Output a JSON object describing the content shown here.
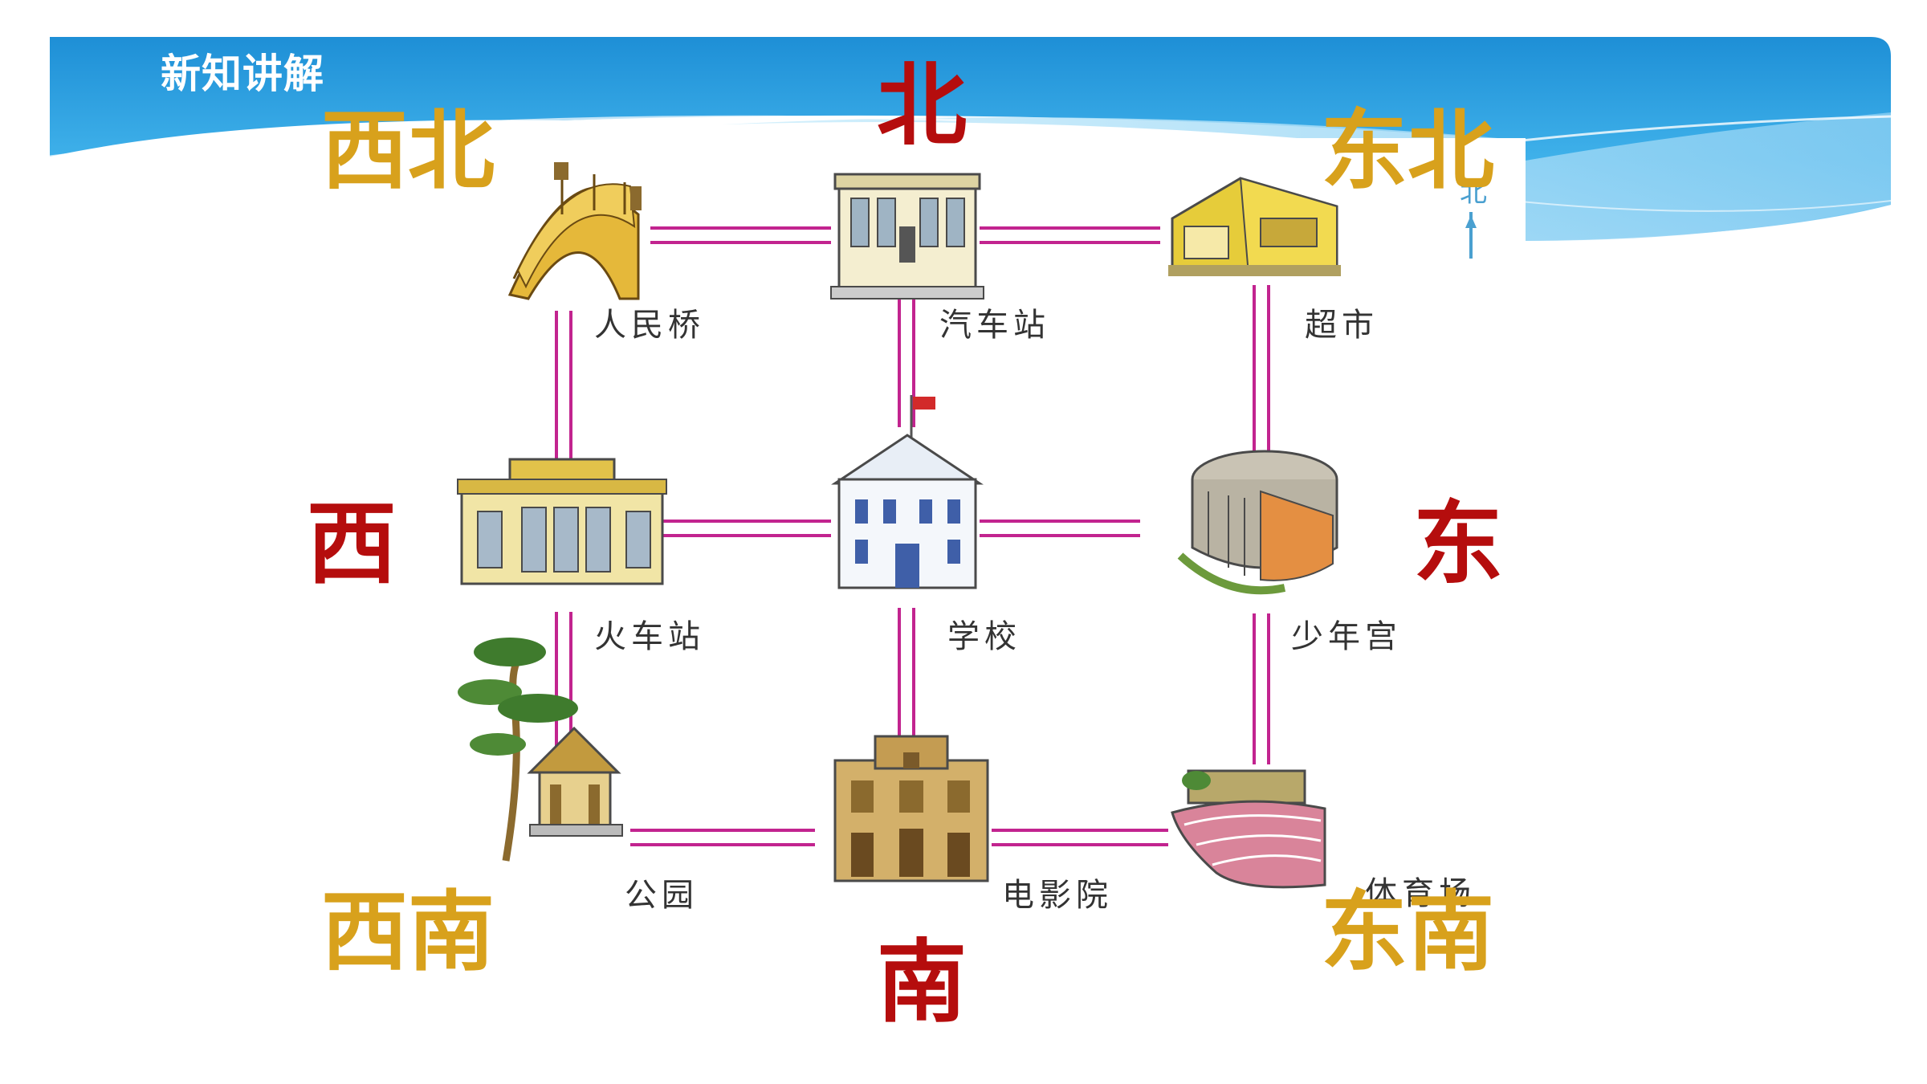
{
  "header": {
    "title": "新知讲解"
  },
  "directions": {
    "north": "北",
    "south": "南",
    "east": "东",
    "west": "西",
    "northwest": "西北",
    "northeast": "东北",
    "southwest": "西南",
    "southeast": "东南"
  },
  "map": {
    "compass_label": "北",
    "places": {
      "people_bridge": "人民桥",
      "bus_station": "汽车站",
      "supermarket": "超市",
      "train_station": "火车站",
      "school": "学校",
      "youth_palace": "少年宫",
      "park": "公园",
      "cinema": "电影院",
      "stadium": "体育场"
    }
  },
  "colors": {
    "header_blue": "#27a0df",
    "main_direction_red": "#b50d0d",
    "diagonal_direction_gold": "#d8a11c",
    "road_magenta": "#c2248f"
  }
}
